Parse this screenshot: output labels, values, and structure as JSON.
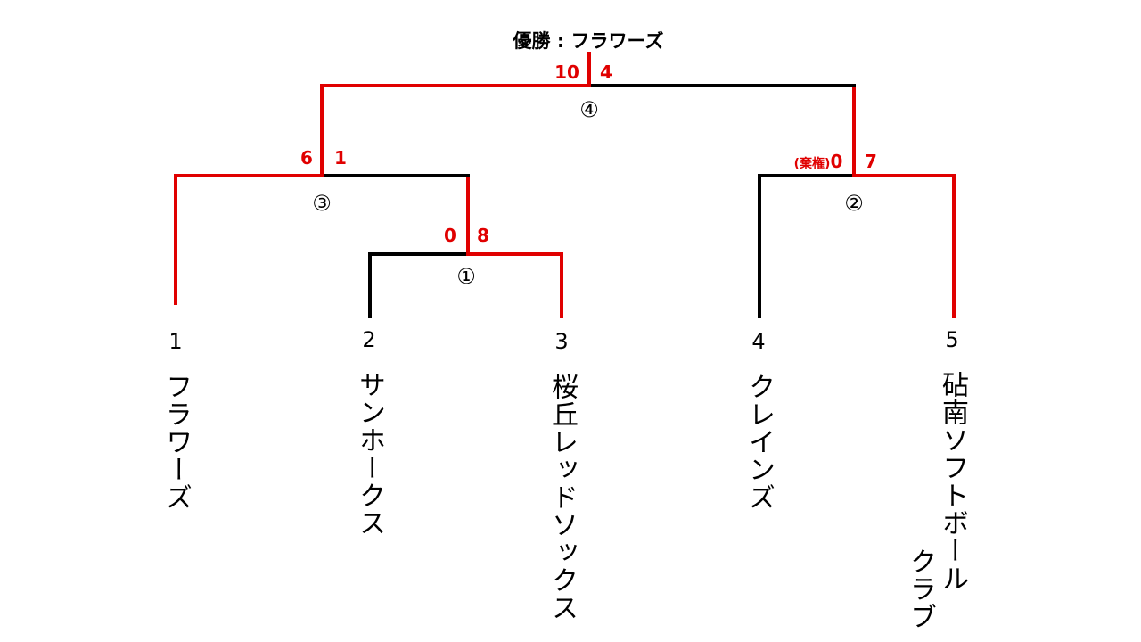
{
  "champion": {
    "label": "優勝",
    "separator": ":",
    "team": "フラワーズ"
  },
  "colors": {
    "win": "#e00000",
    "lose": "#000000"
  },
  "teams": [
    {
      "seed": "1",
      "name": "フラワーズ"
    },
    {
      "seed": "2",
      "name": "サンホークス"
    },
    {
      "seed": "3",
      "name": "桜丘レッドソックス"
    },
    {
      "seed": "4",
      "name": "クレインズ"
    },
    {
      "seed": "5",
      "name_lines": [
        "砧南ソフトボール",
        "クラブ"
      ]
    }
  ],
  "matches": [
    {
      "id": "①",
      "left_score": "0",
      "right_score": "8"
    },
    {
      "id": "②",
      "left_note": "(棄権)",
      "left_score": "0",
      "right_score": "7"
    },
    {
      "id": "③",
      "left_score": "6",
      "right_score": "1"
    },
    {
      "id": "④",
      "left_score": "10",
      "right_score": "4"
    }
  ]
}
